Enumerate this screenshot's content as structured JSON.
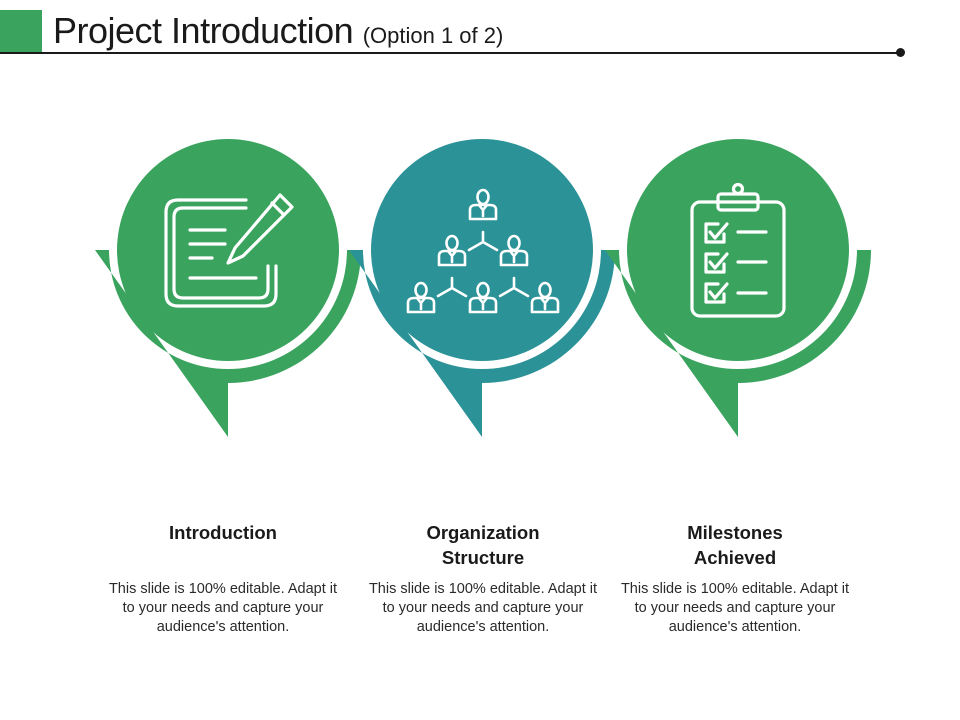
{
  "slide": {
    "title": "Project Introduction",
    "subtitle": "(Option 1 of 2)"
  },
  "colors": {
    "green": "#3aa45f",
    "teal": "#2b9297",
    "text": "#1a1a1a"
  },
  "items": [
    {
      "icon": "edit-document-icon",
      "color": "#3aa45f",
      "heading_line1": "Introduction",
      "heading_line2": "",
      "body": "This slide is 100% editable. Adapt it to your needs and capture your audience's attention."
    },
    {
      "icon": "organization-chart-icon",
      "color": "#2b9297",
      "heading_line1": "Organization",
      "heading_line2": "Structure",
      "body": "This slide is 100% editable. Adapt it to your needs and capture your audience's attention."
    },
    {
      "icon": "checklist-clipboard-icon",
      "color": "#3aa45f",
      "heading_line1": "Milestones",
      "heading_line2": "Achieved",
      "body": "This slide is 100% editable. Adapt it to your needs and capture your audience's attention."
    }
  ]
}
